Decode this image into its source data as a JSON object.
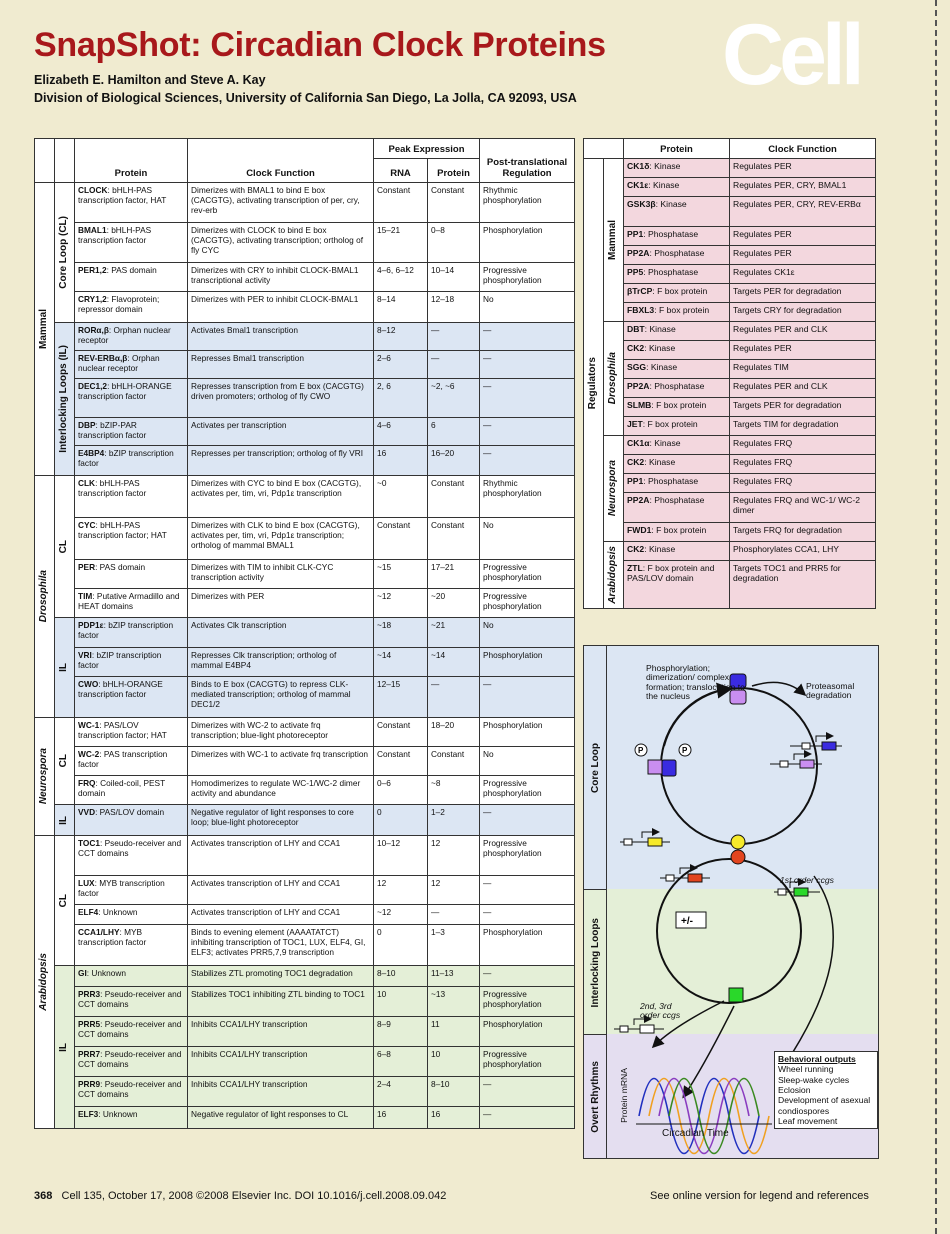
{
  "header": {
    "title": "SnapShot: Circadian Clock Proteins",
    "authors": "Elizabeth E. Hamilton and Steve A. Kay",
    "affiliation": "Division of Biological Sciences, University of California San Diego, La Jolla, CA 92093, USA",
    "logo": "Cell"
  },
  "main_table": {
    "headers": {
      "protein": "Protein",
      "function": "Clock Function",
      "peak": "Peak Expression",
      "rna": "RNA",
      "protein_col": "Protein",
      "post": "Post-translational Regulation"
    },
    "groups": {
      "mammal": "Mammal",
      "drosophila": "Drosophila",
      "neurospora": "Neurospora",
      "arabidopsis": "Arabidopsis"
    },
    "subgroups": {
      "core_loop": "Core Loop (CL)",
      "interlocking": "Interlocking Loops (IL)",
      "cl": "CL",
      "il": "IL"
    },
    "rows": [
      {
        "name": "CLOCK",
        "desc": ": bHLH-PAS transcription factor, HAT",
        "fn": "Dimerizes with BMAL1 to bind E box (CACGTG), activating transcription of per, cry, rev-erb",
        "rna": "Constant",
        "prot": "Constant",
        "post": "Rhythmic phosphorylation"
      },
      {
        "name": "BMAL1",
        "desc": ": bHLH-PAS transcription factor",
        "fn": "Dimerizes with CLOCK to bind E box (CACGTG), activating transcription; ortholog of fly CYC",
        "rna": "15–21",
        "prot": "0–8",
        "post": "Phosphorylation"
      },
      {
        "name": "PER1,2",
        "desc": ": PAS domain",
        "fn": "Dimerizes with CRY to inhibit CLOCK-BMAL1 transcriptional activity",
        "rna": "4–6, 6–12",
        "prot": "10–14",
        "post": "Progressive phosphorylation"
      },
      {
        "name": "CRY1,2",
        "desc": ": Flavoprotein; repressor domain",
        "fn": "Dimerizes with PER to inhibit CLOCK-BMAL1",
        "rna": "8–14",
        "prot": "12–18",
        "post": "No"
      },
      {
        "name": "RORα,β",
        "desc": ": Orphan nuclear receptor",
        "fn": "Activates Bmal1 transcription",
        "rna": "8–12",
        "prot": "—",
        "post": "—"
      },
      {
        "name": "REV-ERBα,β",
        "desc": ": Orphan nuclear receptor",
        "fn": "Represses Bmal1 transcription",
        "rna": "2–6",
        "prot": "—",
        "post": "—"
      },
      {
        "name": "DEC1,2",
        "desc": ": bHLH-ORANGE transcription factor",
        "fn": "Represses transcription from E box (CACGTG) driven promoters; ortholog of fly CWO",
        "rna": "2, 6",
        "prot": "~2, ~6",
        "post": "—"
      },
      {
        "name": "DBP",
        "desc": ": bZIP-PAR transcription factor",
        "fn": "Activates per transcription",
        "rna": "4–6",
        "prot": "6",
        "post": "—"
      },
      {
        "name": "E4BP4",
        "desc": ": bZIP transcription factor",
        "fn": "Represses per transcription; ortholog of fly VRI",
        "rna": "16",
        "prot": "16–20",
        "post": "—"
      },
      {
        "name": "CLK",
        "desc": ": bHLH-PAS transcription factor",
        "fn": "Dimerizes with CYC to bind E box (CACGTG), activates per, tim, vri, Pdp1ε transcription",
        "rna": "~0",
        "prot": "Constant",
        "post": "Rhythmic phosphorylation"
      },
      {
        "name": "CYC",
        "desc": ": bHLH-PAS transcription factor; HAT",
        "fn": "Dimerizes with CLK to bind E box (CACGTG), activates per, tim, vri, Pdp1ε transcription; ortholog of mammal BMAL1",
        "rna": "Constant",
        "prot": "Constant",
        "post": "No"
      },
      {
        "name": "PER",
        "desc": ": PAS domain",
        "fn": "Dimerizes with TIM to inhibit CLK-CYC transcription activity",
        "rna": "~15",
        "prot": "17–21",
        "post": "Progressive phosphorylation"
      },
      {
        "name": "TIM",
        "desc": ": Putative Armadillo and HEAT domains",
        "fn": "Dimerizes with PER",
        "rna": "~12",
        "prot": "~20",
        "post": "Progressive phosphorylation"
      },
      {
        "name": "PDP1ε",
        "desc": ": bZIP transcription factor",
        "fn": "Activates Clk transcription",
        "rna": "~18",
        "prot": "~21",
        "post": "No"
      },
      {
        "name": "VRI",
        "desc": ": bZIP transcription factor",
        "fn": "Represses Clk transcription; ortholog of mammal E4BP4",
        "rna": "~14",
        "prot": "~14",
        "post": "Phosphorylation"
      },
      {
        "name": "CWO",
        "desc": ": bHLH-ORANGE transcription factor",
        "fn": "Binds to E box (CACGTG) to repress CLK-mediated transcription; ortholog of mammal DEC1/2",
        "rna": "12–15",
        "prot": "—",
        "post": "—"
      },
      {
        "name": "WC-1",
        "desc": ": PAS/LOV transcription factor; HAT",
        "fn": "Dimerizes with WC-2 to activate frq transcription; blue-light photoreceptor",
        "rna": "Constant",
        "prot": "18–20",
        "post": "Phosphorylation"
      },
      {
        "name": "WC-2",
        "desc": ": PAS transcription factor",
        "fn": "Dimerizes with WC-1 to activate frq transcription",
        "rna": "Constant",
        "prot": "Constant",
        "post": "No"
      },
      {
        "name": "FRQ",
        "desc": ": Coiled-coil, PEST domain",
        "fn": "Homodimerizes to regulate WC-1/WC-2 dimer activity and abundance",
        "rna": "0–6",
        "prot": "~8",
        "post": "Progressive phosphorylation"
      },
      {
        "name": "VVD",
        "desc": ": PAS/LOV domain",
        "fn": "Negative regulator of light responses to core loop; blue-light photoreceptor",
        "rna": "0",
        "prot": "1–2",
        "post": "—"
      },
      {
        "name": "TOC1",
        "desc": ": Pseudo-receiver and CCT domains",
        "fn": "Activates transcription of LHY and CCA1",
        "rna": "10–12",
        "prot": "12",
        "post": "Progressive phosphorylation"
      },
      {
        "name": "LUX",
        "desc": ": MYB transcription factor",
        "fn": "Activates transcription of LHY and CCA1",
        "rna": "12",
        "prot": "12",
        "post": "—"
      },
      {
        "name": "ELF4",
        "desc": ": Unknown",
        "fn": "Activates transcription of LHY and CCA1",
        "rna": "~12",
        "prot": "—",
        "post": "—"
      },
      {
        "name": "CCA1/LHY",
        "desc": ": MYB transcription factor",
        "fn": "Binds to evening element (AAAATATCT) inhibiting transcription of TOC1, LUX, ELF4, GI, ELF3; activates PRR5,7,9 transcription",
        "rna": "0",
        "prot": "1–3",
        "post": "Phosphorylation"
      },
      {
        "name": "GI",
        "desc": ": Unknown",
        "fn": "Stabilizes ZTL promoting TOC1 degradation",
        "rna": "8–10",
        "prot": "11–13",
        "post": "—"
      },
      {
        "name": "PRR3",
        "desc": ": Pseudo-receiver and CCT domains",
        "fn": "Stabilizes TOC1 inhibiting ZTL binding to TOC1",
        "rna": "10",
        "prot": "~13",
        "post": "Progressive phosphorylation"
      },
      {
        "name": "PRR5",
        "desc": ": Pseudo-receiver and CCT domains",
        "fn": "Inhibits CCA1/LHY transcription",
        "rna": "8–9",
        "prot": "11",
        "post": "Phosphorylation"
      },
      {
        "name": "PRR7",
        "desc": ": Pseudo-receiver and CCT domains",
        "fn": "Inhibits CCA1/LHY transcription",
        "rna": "6–8",
        "prot": "10",
        "post": "Progressive phosphorylation"
      },
      {
        "name": "PRR9",
        "desc": ": Pseudo-receiver and CCT domains",
        "fn": "Inhibits CCA1/LHY transcription",
        "rna": "2–4",
        "prot": "8–10",
        "post": "—"
      },
      {
        "name": "ELF3",
        "desc": ": Unknown",
        "fn": "Negative regulator of light responses to CL",
        "rna": "16",
        "prot": "16",
        "post": "—"
      }
    ]
  },
  "reg_table": {
    "headers": {
      "protein": "Protein",
      "function": "Clock Function"
    },
    "groups": {
      "regulators": "Regulators",
      "mammal": "Mammal",
      "drosophila": "Drosophila",
      "neurospora": "Neurospora",
      "arabidopsis": "Arabidopsis"
    },
    "rows": [
      {
        "name": "CK1δ",
        "desc": ": Kinase",
        "fn": "Regulates PER"
      },
      {
        "name": "CK1ε",
        "desc": ": Kinase",
        "fn": "Regulates PER, CRY, BMAL1"
      },
      {
        "name": "GSK3β",
        "desc": ": Kinase",
        "fn": "Regulates PER, CRY, REV-ERBα"
      },
      {
        "name": "PP1",
        "desc": ": Phosphatase",
        "fn": "Regulates PER"
      },
      {
        "name": "PP2A",
        "desc": ": Phosphatase",
        "fn": "Regulates PER"
      },
      {
        "name": "PP5",
        "desc": ": Phosphatase",
        "fn": "Regulates CK1ε"
      },
      {
        "name": "βTrCP",
        "desc": ": F box protein",
        "fn": "Targets PER for degradation"
      },
      {
        "name": "FBXL3",
        "desc": ": F box protein",
        "fn": "Targets CRY for degradation"
      },
      {
        "name": "DBT",
        "desc": ": Kinase",
        "fn": "Regulates PER and CLK"
      },
      {
        "name": "CK2",
        "desc": ": Kinase",
        "fn": "Regulates PER"
      },
      {
        "name": "SGG",
        "desc": ": Kinase",
        "fn": "Regulates TIM"
      },
      {
        "name": "PP2A",
        "desc": ": Phosphatase",
        "fn": "Regulates PER and CLK"
      },
      {
        "name": "SLMB",
        "desc": ": F box protein",
        "fn": "Targets PER for degradation"
      },
      {
        "name": "JET",
        "desc": ": F box protein",
        "fn": "Targets TIM for degradation"
      },
      {
        "name": "CK1α",
        "desc": ": Kinase",
        "fn": "Regulates FRQ"
      },
      {
        "name": "CK2",
        "desc": ": Kinase",
        "fn": "Regulates FRQ"
      },
      {
        "name": "PP1",
        "desc": ": Phosphatase",
        "fn": "Regulates FRQ"
      },
      {
        "name": "PP2A",
        "desc": ": Phosphatase",
        "fn": "Regulates FRQ and WC-1/ WC-2 dimer"
      },
      {
        "name": "FWD1",
        "desc": ": F box protein",
        "fn": "Targets FRQ for degradation"
      },
      {
        "name": "CK2",
        "desc": ": Kinase",
        "fn": "Phosphorylates CCA1, LHY"
      },
      {
        "name": "ZTL",
        "desc": ": F box protein and PAS/LOV domain",
        "fn": "Targets TOC1 and PRR5 for degradation"
      }
    ]
  },
  "diagram": {
    "bands": {
      "core": "Core Loop",
      "interlocking": "Interlocking Loops",
      "overt": "Overt Rhythms"
    },
    "phospho_text": "Phosphorylation; dimerization/ complex formation; translocation to the nucleus",
    "proteasomal": "Proteasomal degradation",
    "p_label": "P",
    "first_order": "1st order ccgs",
    "plus_minus": "+/-",
    "second_order": "2nd, 3rd order ccgs",
    "protein_mrna": "Protein mRNA",
    "circadian_time": "Circadian Time",
    "outputs_title": "Behavioral outputs",
    "outputs": [
      "Wheel running",
      "Sleep-wake cycles",
      "Eclosion",
      "Development of asexual condiospores",
      "Leaf movement"
    ]
  },
  "footer": {
    "page": "368",
    "citation": "Cell 135, October 17, 2008 ©2008 Elsevier Inc.    DOI 10.1016/j.cell.2008.09.042",
    "right": "See online version for legend and references"
  },
  "colors": {
    "title": "#a8181b",
    "page_bg": "#f0ebd0",
    "blue_band": "#dce6f3",
    "green_band": "#e4efd7",
    "pink_band": "#f3d7de",
    "purple_band": "#e4def0"
  }
}
